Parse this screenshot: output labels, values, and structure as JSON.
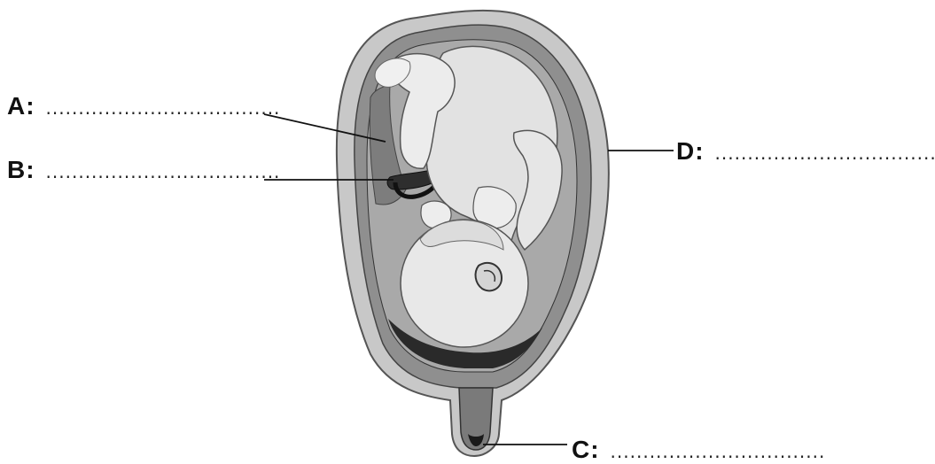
{
  "labels": {
    "a": {
      "letter": "A:",
      "blank": "...................................."
    },
    "b": {
      "letter": "B:",
      "blank": "...................................."
    },
    "c": {
      "letter": "C:",
      "blank": "................................."
    },
    "d": {
      "letter": "D:",
      "blank": "...................................."
    }
  },
  "colors": {
    "ink": "#111111",
    "uterus_wall": "#bdbdbd",
    "fluid": "#9a9a9a",
    "fetus": "#e6e6e6",
    "dark": "#2a2a2a"
  }
}
